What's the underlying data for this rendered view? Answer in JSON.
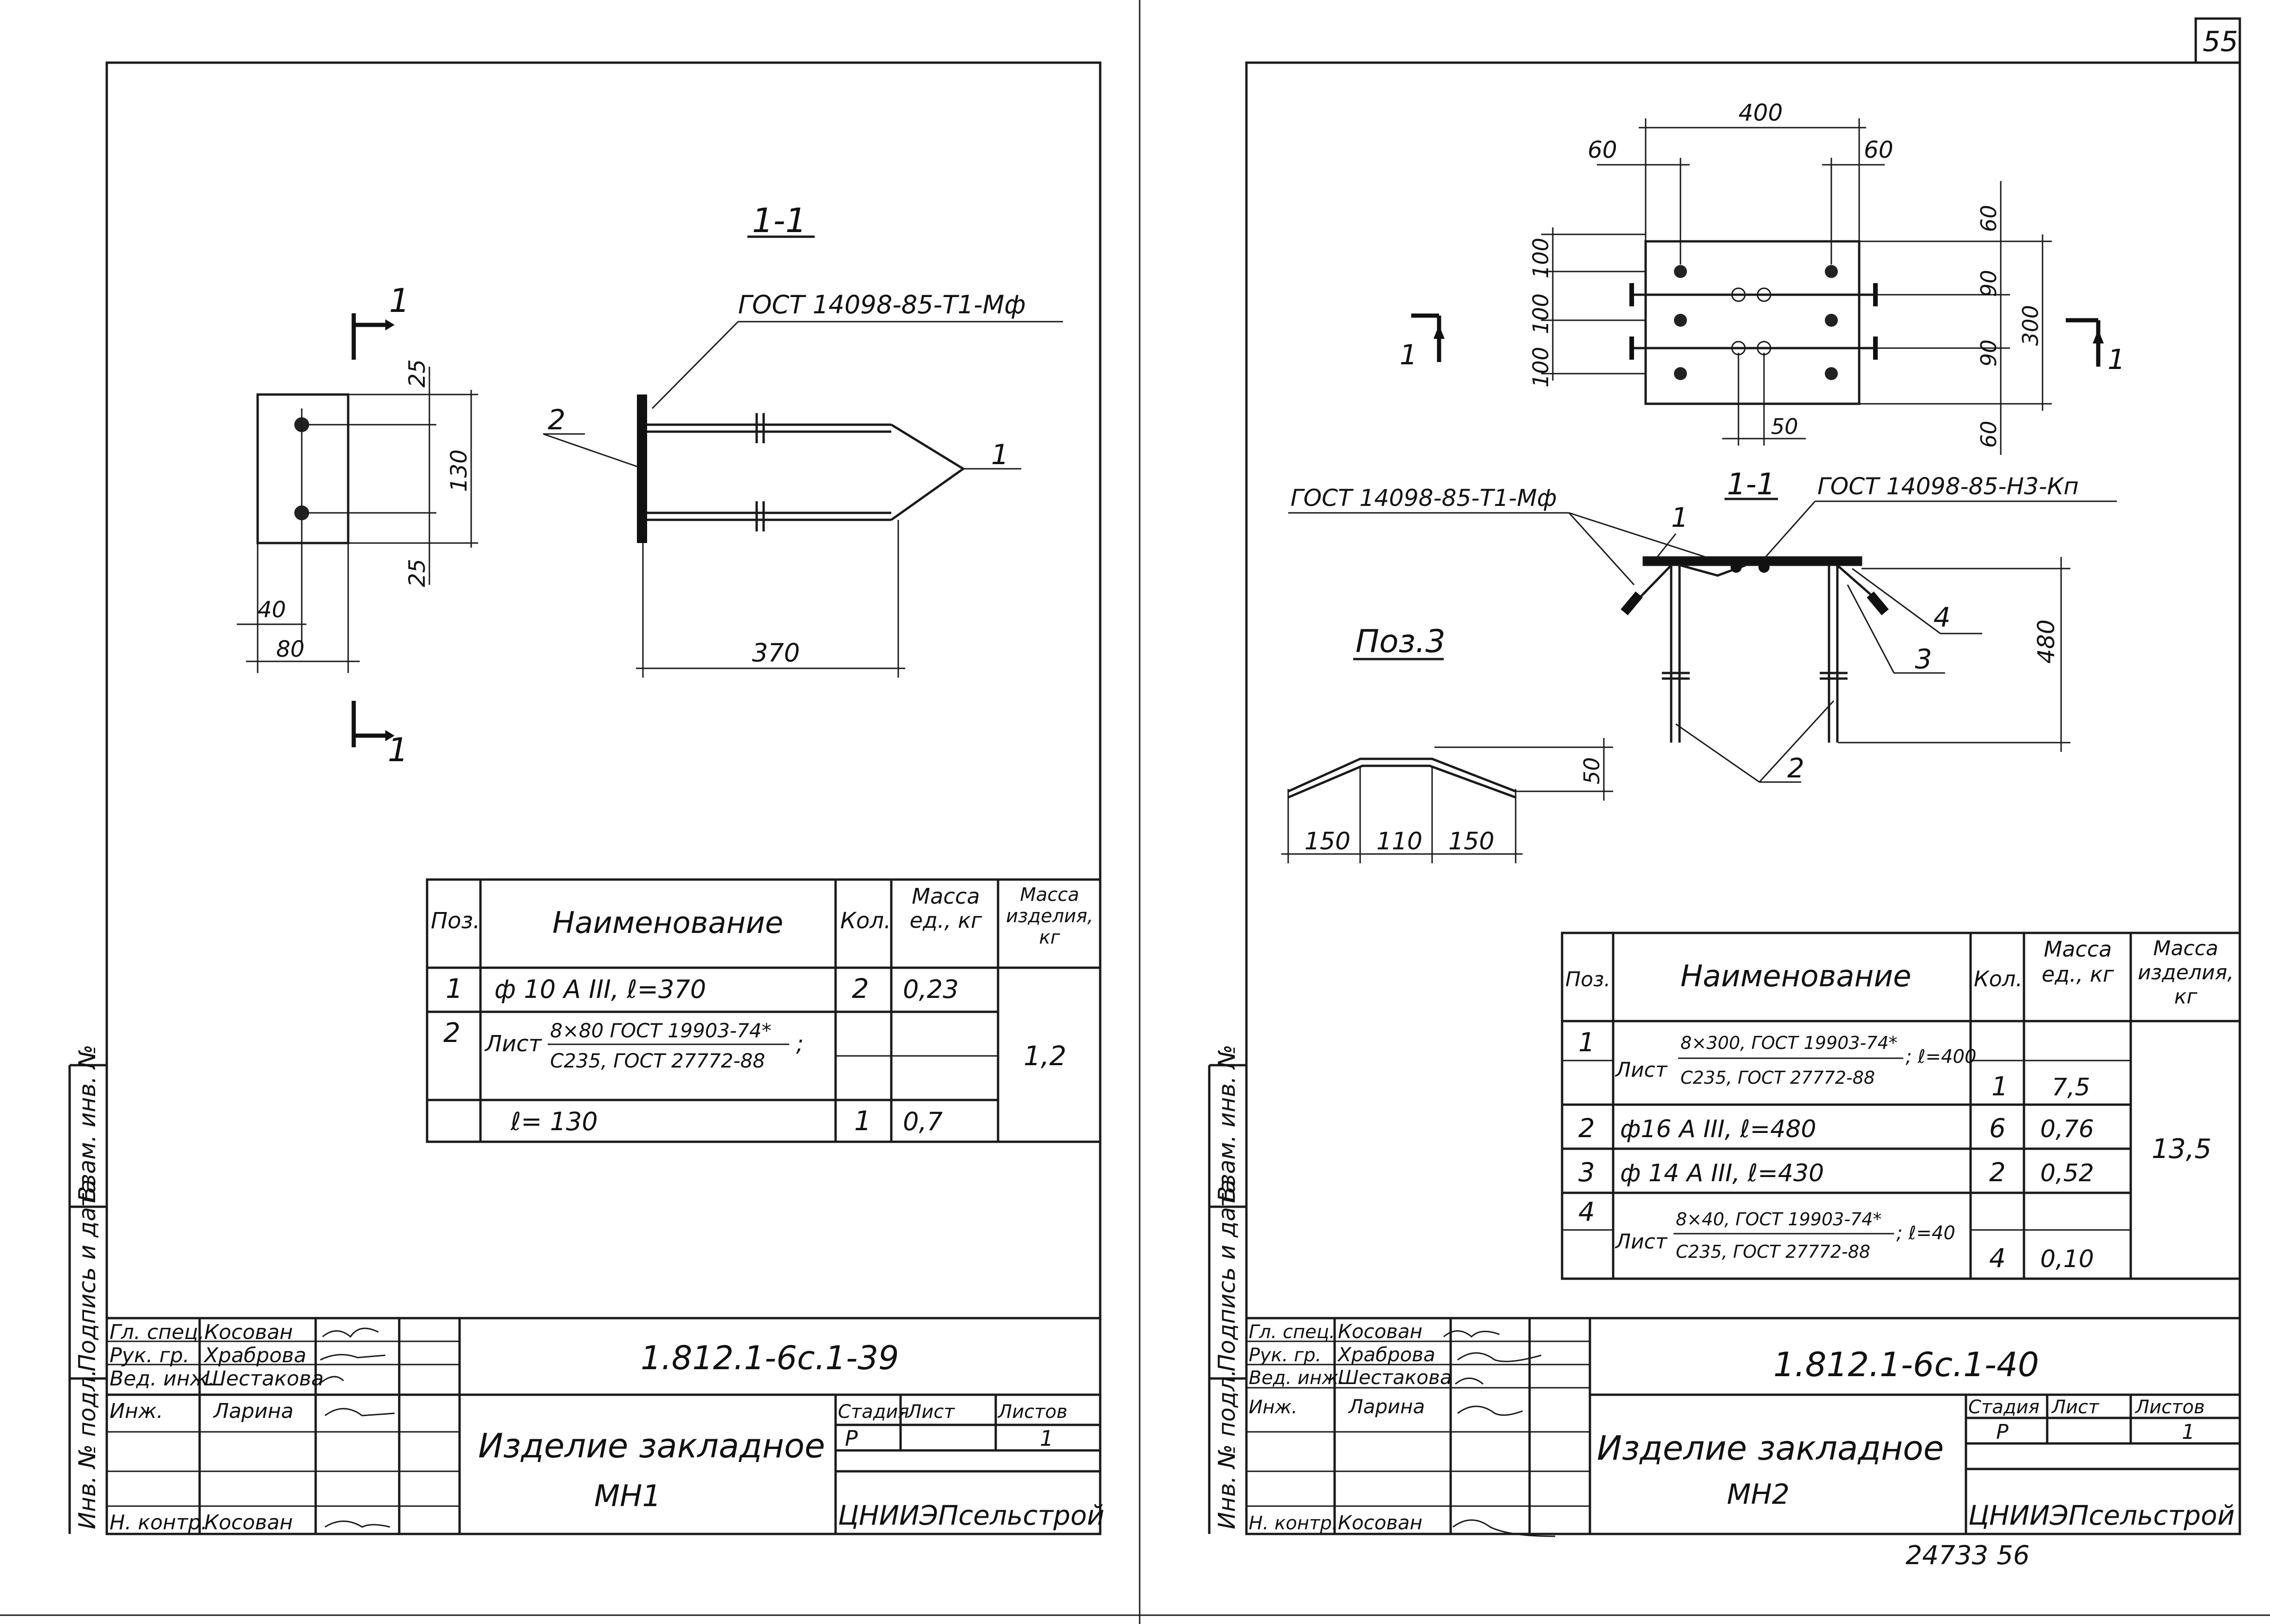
{
  "page_number": "55",
  "bottom_number": "24733   56",
  "left_sheet": {
    "section_label": "1-1",
    "section_mark": "1",
    "weld_note": "ГОСТ 14098-85-Т1-Мф",
    "callouts": {
      "plate": "2",
      "bar": "1"
    },
    "dimensions": {
      "top": "25",
      "height": "130",
      "bottom": "25",
      "offset": "40",
      "width": "80",
      "length": "370"
    },
    "table": {
      "headers": {
        "pos": "Поз.",
        "name": "Наименование",
        "qty": "Кол.",
        "mass_unit": "Масса ед., кг",
        "mass_item": "Масса изделия, кг"
      },
      "rows": [
        {
          "pos": "1",
          "name": "ф 10 А III,  ℓ=370",
          "qty": "2",
          "mass": "0,23"
        },
        {
          "pos": "2",
          "name_prefix": "Лист",
          "name_num": "8×80 ГОСТ 19903-74*",
          "name_den": "С235, ГОСТ 27772-88",
          "name_suffix": ";",
          "qty": "",
          "mass": ""
        },
        {
          "pos": "",
          "name": "ℓ= 130",
          "qty": "1",
          "mass": "0,7"
        }
      ],
      "total_mass": "1,2"
    },
    "title_block": {
      "roles": [
        "Гл. спец.",
        "Рук. гр.",
        "Вед. инж.",
        "Инж.",
        "",
        "",
        "Н. контр."
      ],
      "names": [
        "Косован",
        "Храброва",
        "Шестакова",
        "Ларина",
        "",
        "",
        "Косован"
      ],
      "doc_code": "1.812.1-6с.1-39",
      "item_name_line1": "Изделие закладное",
      "item_name_line2": "МН1",
      "stage_label": "Стадия",
      "sheet_label": "Лист",
      "sheets_label": "Листов",
      "stage": "Р",
      "sheets": "1",
      "organization": "ЦНИИЭПсельстрой"
    },
    "margin_stamp": [
      "Инв. № подл.",
      "Подпись и дата",
      "Взам. инв. №"
    ]
  },
  "right_sheet": {
    "section_label": "1-1",
    "section_mark": "1",
    "weld_note_left": "ГОСТ 14098-85-Т1-Мф",
    "weld_note_right": "ГОСТ 14098-85-Н3-Кп",
    "detail_label": "Поз.3",
    "callouts": [
      "1",
      "2",
      "3",
      "4"
    ],
    "dimensions": {
      "width": "400",
      "left_edge": "60",
      "right_edge": "60",
      "row1": "100",
      "row2": "100",
      "row3": "100",
      "top_edge": "60",
      "mid1": "90",
      "mid2": "90",
      "height": "300",
      "bottom_edge": "60",
      "gap": "50",
      "depth": "480",
      "d1": "150",
      "d2": "110",
      "d3": "150",
      "rise": "50"
    },
    "table": {
      "headers": {
        "pos": "Поз.",
        "name": "Наименование",
        "qty": "Кол.",
        "mass_unit": "Масса ед., кг",
        "mass_item": "Масса изделия, кг"
      },
      "rows": [
        {
          "pos": "1",
          "name_prefix": "Лист",
          "name_num": "8×300, ГОСТ 19903-74*",
          "name_den": "С235, ГОСТ 27772-88",
          "name_suffix": "; ℓ=400",
          "qty": "1",
          "mass": "7,5"
        },
        {
          "pos": "2",
          "name": "ф16 А III,   ℓ=480",
          "qty": "6",
          "mass": "0,76"
        },
        {
          "pos": "3",
          "name": "ф 14 А III,   ℓ=430",
          "qty": "2",
          "mass": "0,52"
        },
        {
          "pos": "4",
          "name_prefix": "Лист",
          "name_num": "8×40, ГОСТ 19903-74*",
          "name_den": "С235, ГОСТ 27772-88",
          "name_suffix": "; ℓ=40",
          "qty": "4",
          "mass": "0,10"
        }
      ],
      "total_mass": "13,5"
    },
    "title_block": {
      "roles": [
        "Гл. спец.",
        "Рук. гр.",
        "Вед. инж.",
        "Инж.",
        "",
        "",
        "Н. контр."
      ],
      "names": [
        "Косован",
        "Храброва",
        "Шестакова",
        "Ларина",
        "",
        "",
        "Косован"
      ],
      "doc_code": "1.812.1-6с.1-40",
      "item_name_line1": "Изделие закладное",
      "item_name_line2": "МН2",
      "stage_label": "Стадия",
      "sheet_label": "Лист",
      "sheets_label": "Листов",
      "stage": "Р",
      "sheets": "1",
      "organization": "ЦНИИЭПсельстрой"
    },
    "margin_stamp": [
      "Инв. № подл.",
      "Подпись и дата",
      "Взам. инв. №"
    ]
  }
}
